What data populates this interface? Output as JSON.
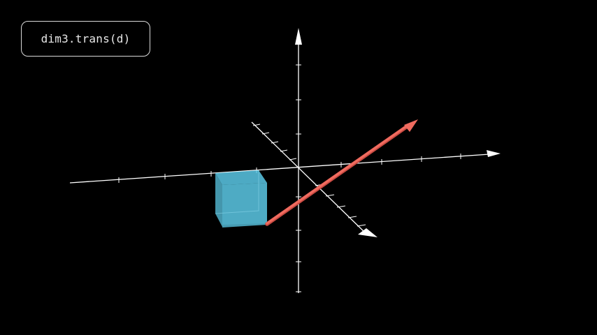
{
  "code_label": {
    "text": "dim3.trans(d)"
  },
  "colors": {
    "background": "#000000",
    "axis": "#ffffff",
    "cube": "#5bc8e6",
    "vector": "#f06b5f"
  },
  "icons": {
    "axis_heads": "triangle-arrowhead",
    "vector_head": "cone-arrowhead"
  }
}
